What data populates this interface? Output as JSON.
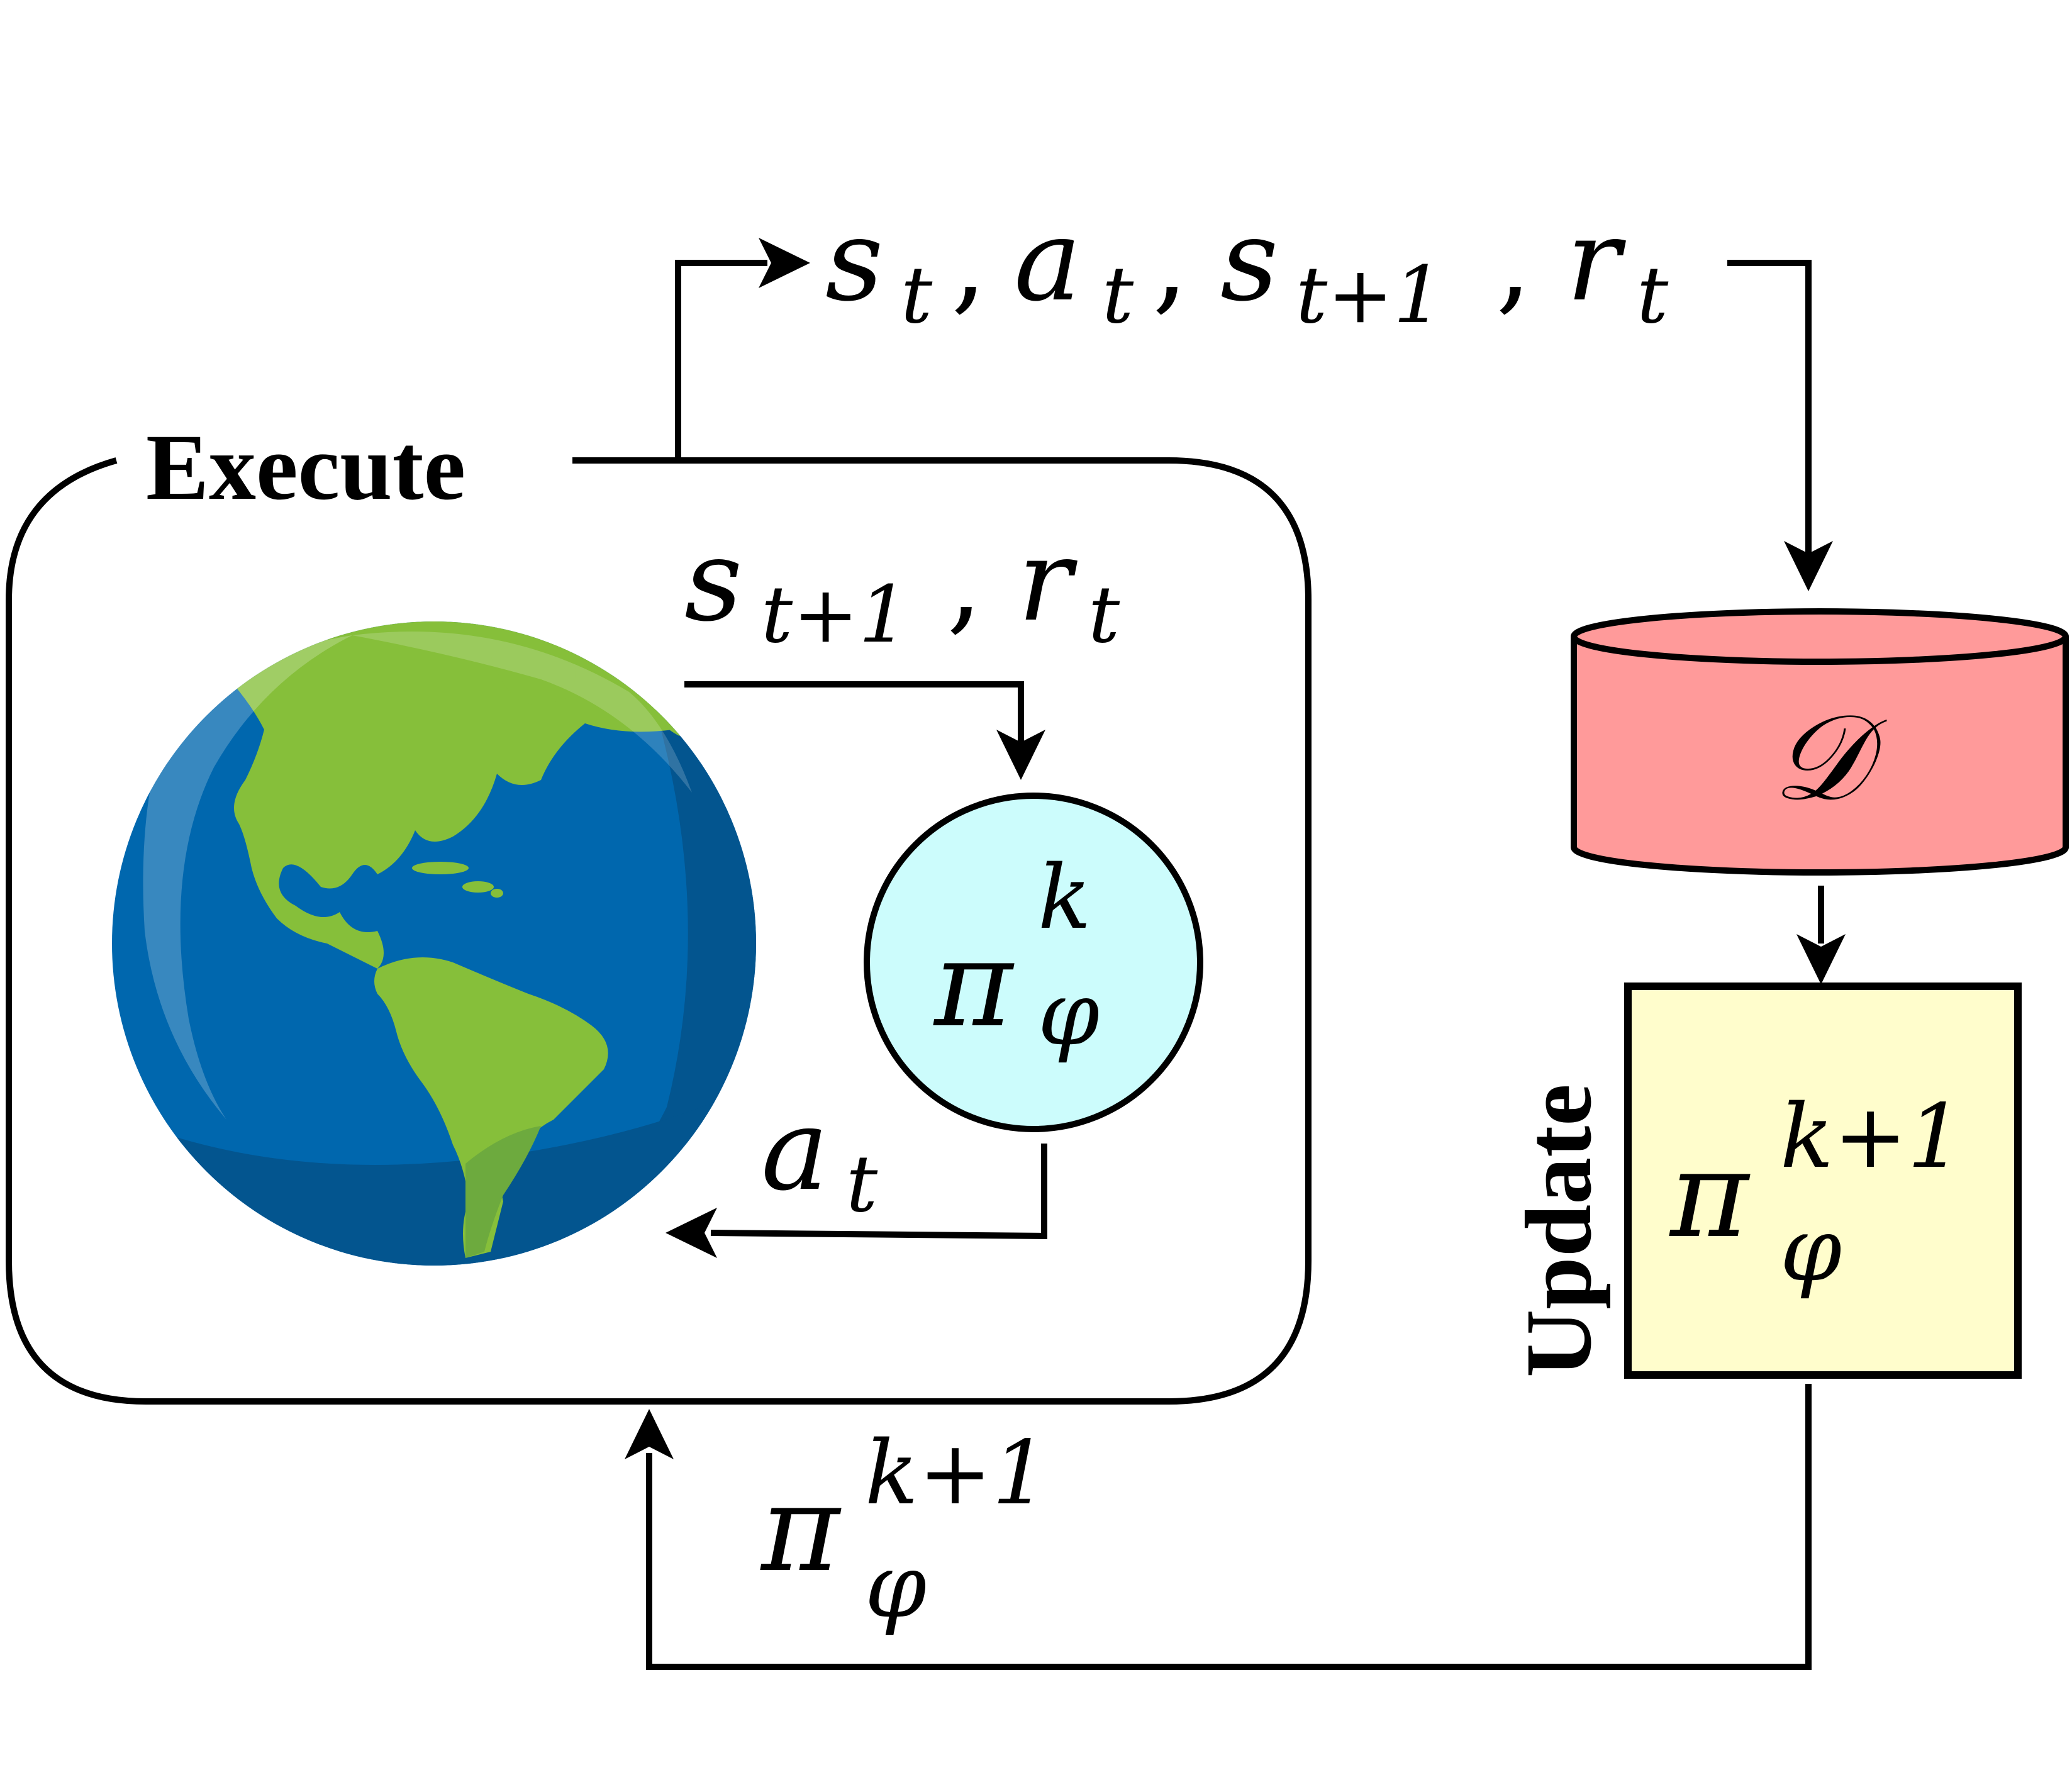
{
  "labels": {
    "execute": "Execute",
    "update": "Update"
  },
  "top_transition": {
    "s": "s",
    "s_sub": "t",
    "a": "a",
    "a_sub": "t",
    "s_next": "s",
    "s_next_sub": "t+1",
    "r": "r",
    "r_sub": "t",
    "comma": ","
  },
  "env_feedback": {
    "s": "s",
    "s_sub": "t+1",
    "r": "r",
    "r_sub": "t",
    "comma": ","
  },
  "action": {
    "a": "a",
    "a_sub": "t"
  },
  "policy_current": {
    "pi": "π",
    "sup": "k",
    "sub": "φ"
  },
  "buffer": {
    "symbol": "𝒟"
  },
  "policy_updated": {
    "pi": "π",
    "sup": "k+1",
    "sub": "φ"
  },
  "policy_return": {
    "pi": "π",
    "sup": "k+1",
    "sub": "φ"
  },
  "colors": {
    "buffer_fill": "#FF9A9A",
    "policy_circle_fill": "#CCFCFC",
    "update_box_fill": "#FFFDCC",
    "ocean": "#0067AE",
    "ocean_dark": "#03558F",
    "land": "#86BF3A",
    "land_dark": "#6DAA3E"
  }
}
